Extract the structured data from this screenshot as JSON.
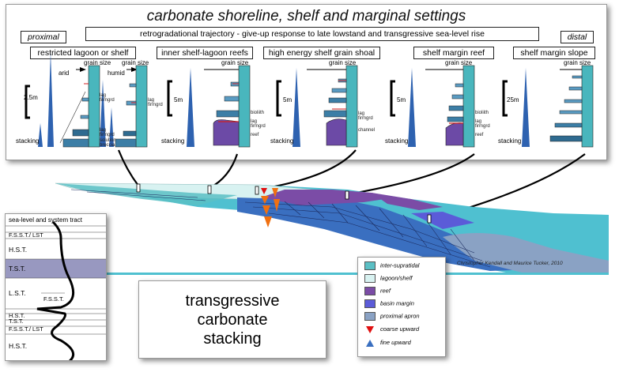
{
  "header": {
    "title": "carbonate shoreline, shelf and marginal settings",
    "subtitle": "retrogradational trajectory - give-up response to late lowstand and transgressive sea-level rise",
    "proximal": "proximal",
    "distal": "distal"
  },
  "settings": [
    {
      "name": "restricted lagoon or  shelf",
      "scale": "2.5m"
    },
    {
      "name": "inner shelf-lagoon reefs",
      "scale": "5m"
    },
    {
      "name": "high energy shelf grain shoal",
      "scale": "5m"
    },
    {
      "name": "shelf margin reef",
      "scale": "5m"
    },
    {
      "name": "shelf margin slope",
      "scale": "25m"
    }
  ],
  "column_labels": {
    "grain_size": "grain size",
    "stacking": "stacking",
    "arid": "arid",
    "humid": "humid",
    "lag": "lag",
    "firmgrd": "firmgrd",
    "solution_breccia": "solution",
    "breccia": "breccia",
    "bioliith": "bioliith",
    "reef": "reef",
    "channel": "channel"
  },
  "credit": "Christopher Kendall and Maurice Tucker, 2010",
  "systems_tract": {
    "title": "sea-level and system tract",
    "tracts": [
      "F.S.S.T./ LST",
      "H.S.T.",
      "T.S.T.",
      "L.S.T.",
      "F.S.S.T.",
      "H.S.T.",
      "T.S.T.",
      "F.S.S.T./ LST",
      "H.S.T."
    ]
  },
  "main_label": {
    "line1": "transgressive",
    "line2": "carbonate",
    "line3": "stacking"
  },
  "legend": [
    {
      "label": "inter-supratidal",
      "color": "#5bbfc4"
    },
    {
      "label": "lagoon/shelf",
      "color": "#d8f2f1"
    },
    {
      "label": "reef",
      "color": "#7b4ca6"
    },
    {
      "label": "basin margin",
      "color": "#5b5bd8"
    },
    {
      "label": "proximal apron",
      "color": "#8aa2c4"
    },
    {
      "label": "coarse upward",
      "color": "#e01010"
    },
    {
      "label": "fine upward",
      "color": "#3a6fc0"
    }
  ]
}
